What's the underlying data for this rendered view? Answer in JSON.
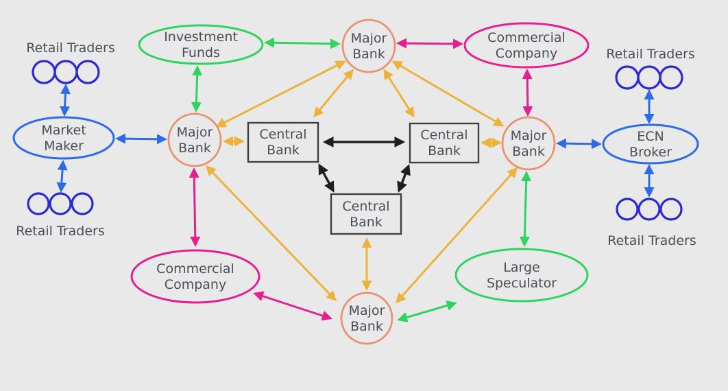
{
  "diagram": {
    "kind": "forex-market-structure",
    "background": "#e9e9e9",
    "bidirectional_arrows": true
  },
  "colors": {
    "blue_arrow": "#2e6be6",
    "trader_circle_blue": "#2a2ad0",
    "green": "#2fd35f",
    "pink": "#e51f8f",
    "orange": "#ecb23c",
    "major_bank_salmon": "#e8926f",
    "central_bank_border": "#3f3f3f",
    "black_arrow": "#1f1f1f",
    "text": "#4a4e57"
  },
  "nodes": {
    "retail_traders_top_left": {
      "label": "Retail Traders"
    },
    "retail_traders_bottom_left": {
      "label": "Retail Traders"
    },
    "retail_traders_top_right": {
      "label": "Retail Traders"
    },
    "retail_traders_bottom_right": {
      "label": "Retail Traders"
    },
    "market_maker": {
      "lines": [
        "Market",
        "Maker"
      ]
    },
    "ecn_broker": {
      "lines": [
        "ECN",
        "Broker"
      ]
    },
    "investment_funds": {
      "lines": [
        "Investment",
        "Funds"
      ]
    },
    "large_speculator": {
      "lines": [
        "Large",
        "Speculator"
      ]
    },
    "commercial_company_top": {
      "lines": [
        "Commercial",
        "Company"
      ]
    },
    "commercial_company_bottom": {
      "lines": [
        "Commercial",
        "Company"
      ]
    },
    "major_bank_top": {
      "lines": [
        "Major",
        "Bank"
      ]
    },
    "major_bank_left": {
      "lines": [
        "Major",
        "Bank"
      ]
    },
    "major_bank_right": {
      "lines": [
        "Major",
        "Bank"
      ]
    },
    "major_bank_bottom": {
      "lines": [
        "Major",
        "Bank"
      ]
    },
    "central_bank_left": {
      "lines": [
        "Central",
        "Bank"
      ]
    },
    "central_bank_right": {
      "lines": [
        "Central",
        "Bank"
      ]
    },
    "central_bank_bottom": {
      "lines": [
        "Central",
        "Bank"
      ]
    }
  },
  "edges": [
    {
      "from": "retail_traders_top_left_circles",
      "to": "market_maker",
      "color": "blue"
    },
    {
      "from": "market_maker",
      "to": "retail_traders_bottom_left_circles",
      "color": "blue"
    },
    {
      "from": "market_maker",
      "to": "major_bank_left",
      "color": "blue"
    },
    {
      "from": "major_bank_right",
      "to": "ecn_broker",
      "color": "blue"
    },
    {
      "from": "retail_traders_top_right_circles",
      "to": "ecn_broker",
      "color": "blue"
    },
    {
      "from": "ecn_broker",
      "to": "retail_traders_bottom_right_circles",
      "color": "blue"
    },
    {
      "from": "investment_funds",
      "to": "major_bank_top",
      "color": "green"
    },
    {
      "from": "investment_funds",
      "to": "major_bank_left",
      "color": "green"
    },
    {
      "from": "major_bank_right",
      "to": "large_speculator",
      "color": "green"
    },
    {
      "from": "major_bank_bottom",
      "to": "large_speculator",
      "color": "green"
    },
    {
      "from": "major_bank_top",
      "to": "commercial_company_top",
      "color": "pink"
    },
    {
      "from": "commercial_company_top",
      "to": "major_bank_right",
      "color": "pink"
    },
    {
      "from": "major_bank_left",
      "to": "commercial_company_bottom",
      "color": "pink"
    },
    {
      "from": "commercial_company_bottom",
      "to": "major_bank_bottom",
      "color": "pink"
    },
    {
      "from": "major_bank_top",
      "to": "major_bank_left",
      "color": "orange"
    },
    {
      "from": "major_bank_top",
      "to": "major_bank_right",
      "color": "orange"
    },
    {
      "from": "major_bank_top",
      "to": "central_bank_left",
      "color": "orange"
    },
    {
      "from": "major_bank_top",
      "to": "central_bank_right",
      "color": "orange"
    },
    {
      "from": "major_bank_left",
      "to": "central_bank_left",
      "color": "orange"
    },
    {
      "from": "central_bank_right",
      "to": "major_bank_right",
      "color": "orange"
    },
    {
      "from": "major_bank_left",
      "to": "major_bank_bottom",
      "color": "orange"
    },
    {
      "from": "major_bank_right",
      "to": "major_bank_bottom",
      "color": "orange"
    },
    {
      "from": "central_bank_bottom",
      "to": "major_bank_bottom",
      "color": "orange"
    },
    {
      "from": "central_bank_left",
      "to": "central_bank_right",
      "color": "black"
    },
    {
      "from": "central_bank_left",
      "to": "central_bank_bottom",
      "color": "black"
    },
    {
      "from": "central_bank_right",
      "to": "central_bank_bottom",
      "color": "black"
    }
  ]
}
